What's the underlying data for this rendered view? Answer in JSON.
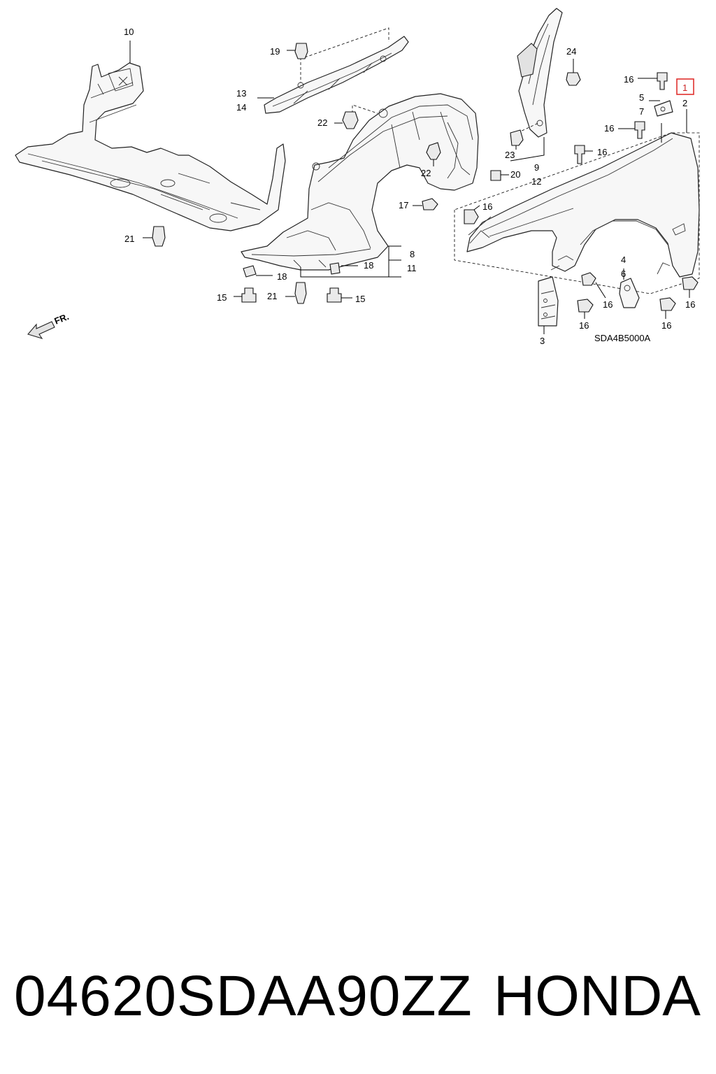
{
  "diagram": {
    "callouts": {
      "c1": "1",
      "c2": "2",
      "c3": "3",
      "c4": "4",
      "c5": "5",
      "c6": "6",
      "c7": "7",
      "c8": "8",
      "c9": "9",
      "c10": "10",
      "c11": "11",
      "c12": "12",
      "c13": "13",
      "c14": "14",
      "c15a": "15",
      "c15b": "15",
      "c16a": "16",
      "c16b": "16",
      "c16c": "16",
      "c16d": "16",
      "c16e": "16",
      "c16f": "16",
      "c16g": "16",
      "c16h": "16",
      "c17": "17",
      "c18a": "18",
      "c18b": "18",
      "c19": "19",
      "c20": "20",
      "c21a": "21",
      "c21b": "21",
      "c22a": "22",
      "c22b": "22",
      "c23": "23",
      "c24": "24"
    },
    "direction_label": "FR.",
    "diagram_code": "SDA4B5000A",
    "highlighted_callout": "1",
    "highlight_color": "#e0312f"
  },
  "footer": {
    "part_number": "04620SDAA90ZZ",
    "brand": "HONDA"
  }
}
